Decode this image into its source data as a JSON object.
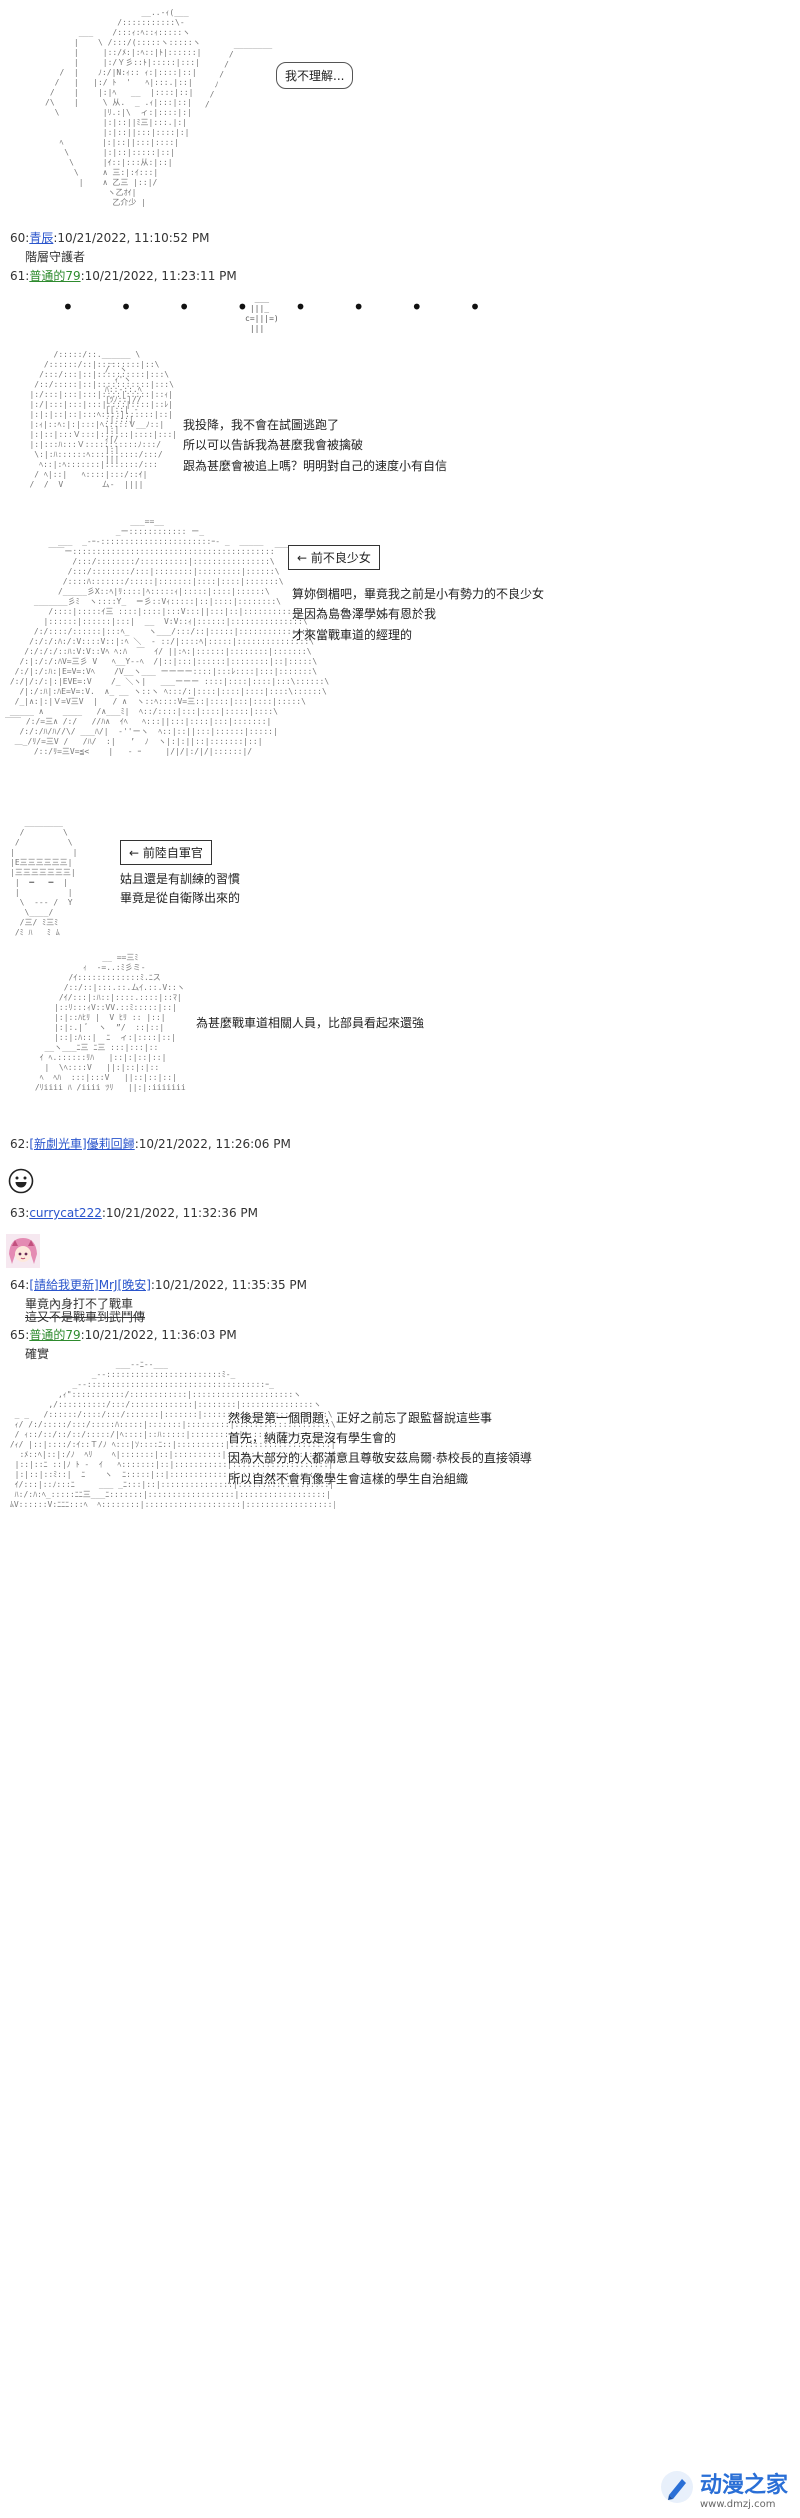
{
  "posts": [
    {
      "num": "60:",
      "user": "青辰",
      "datetime": ":10/21/2022, 11:10:52 PM",
      "text": "階層守護者"
    },
    {
      "num": "61:",
      "user": "普通的79",
      "datetime": ":10/21/2022, 11:23:11 PM"
    },
    {
      "num": "62:",
      "user": "[新劇光車]優莉回歸",
      "datetime": ":10/21/2022, 11:26:06 PM"
    },
    {
      "num": "63:",
      "user": "currycat222",
      "datetime": ":10/21/2022, 11:32:36 PM"
    },
    {
      "num": "64:",
      "user": "[請給我更新]",
      "user2": "MrJ[晚安]",
      "datetime": ":10/21/2022, 11:35:35 PM",
      "line1": "畢竟內身打不了戰車",
      "line2": "這又不是戰車到武鬥傳"
    },
    {
      "num": "65:",
      "user": "普通的79",
      "datetime": ":10/21/2022, 11:36:03 PM",
      "text": "確實"
    }
  ],
  "scene1": {
    "bubble": "我不理解..."
  },
  "scene2": {
    "dots": "• • • • • • • •"
  },
  "scene3": {
    "line1": "我投降，我不會在試圖逃跑了",
    "line2": "所以可以告訴我為甚麼我會被擒破",
    "line3": "跟為甚麼會被追上嗎？明明對自己的速度小有自信"
  },
  "scene4": {
    "label": "← 前不良少女",
    "line1": "算妳倒楣吧，畢竟我之前是小有勢力的不良少女",
    "line2": "是因為島魯澤學姊有恩於我",
    "line3": "才來當戰車道的經理的"
  },
  "scene5": {
    "label": "← 前陸自軍官",
    "line1": "姑且還是有訓練的習慣",
    "line2": "畢竟是從自衛隊出來的"
  },
  "scene6": {
    "line1": "為甚麼戰車道相關人員，比部員看起來還強"
  },
  "scene7": {
    "line1": "然後是第一個問題，正好之前忘了跟監督說這些事",
    "line2": "首先，納薩力克是沒有學生會的",
    "line3": "因為大部分的人都滿意且尊敬安茲烏爾·恭校長的直接領導",
    "line4": "所以自然不會有像學生會這樣的學生自治組織"
  },
  "watermark": {
    "title": "动漫之家",
    "url": "www.dmzj.com"
  }
}
